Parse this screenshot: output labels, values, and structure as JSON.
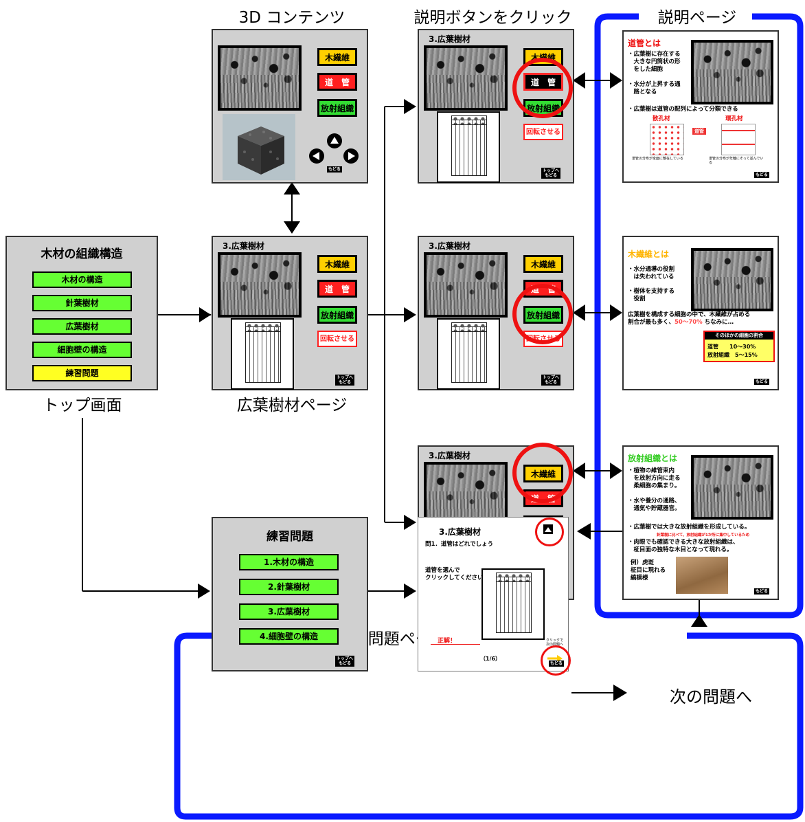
{
  "captions": {
    "top": "3D コンテンツ",
    "click": "説明ボタンをクリック",
    "explain": "説明ページ",
    "toppage": "トップ画面",
    "broadleaf": "広葉樹材ページ",
    "practice": "練習問題ページ",
    "next": "次の問題へ"
  },
  "top_screen": {
    "title": "木材の組織構造",
    "menu": [
      "木材の構造",
      "針葉樹材",
      "広葉樹材",
      "細胞壁の構造",
      "練習問題"
    ]
  },
  "content_page": {
    "title": "3.広葉樹材",
    "btn_wood": "木繊維",
    "btn_vessel": "道　管",
    "btn_ray": "放射組織",
    "btn_rotate": "回転させる",
    "back_top": "トップへ\nもどる",
    "back": "もどる"
  },
  "explain_vessel": {
    "heading": "道管とは",
    "p1": "・広葉樹に存在する\n　大きな円筒状の形\n　をした細胞",
    "p2": "・水分が上昇する通\n　路となる",
    "p3": "・広葉樹は道管の配列によって分類できる",
    "diffuse": "散孔材",
    "ring": "環孔材",
    "center": "道管",
    "note_left": "道管の分布が全面に散在している",
    "note_right": "道管の分布が年輪にそって並んでいる",
    "back": "もどる"
  },
  "explain_fiber": {
    "heading": "木繊維とは",
    "p1": "・水分通導の役割\n　は失われている",
    "p2": "・樹体を支持する\n　役割",
    "p3": "広葉樹を構成する細胞の中で、木繊維が占める\n割合が最も多く、",
    "p3_red": "50～70%",
    "p3_end": " ちなみに…",
    "box_title": "そのほかの細胞の割合",
    "box_row1": "道管　　10～30%",
    "box_row2": "放射組織　5～15%",
    "back": "もどる"
  },
  "explain_ray": {
    "heading": "放射組織とは",
    "p1": "・植物の維管束内\n　を放射方向に走る\n　柔細胞の集まり。",
    "p2": "・水や養分の通路、\n　通気や貯蔵器官。",
    "p3": "・広葉樹では大きな放射組織を形成している。",
    "p3_note": "針葉樹に比べて、放射組織が1か所に集中しているため",
    "p4": "・肉眼でも確認できる大きな放射組織は、\n　柾目面の独特な木目となって現れる。",
    "p5": "例）虎斑\n柾目に現れる\n縞模様",
    "back": "もどる"
  },
  "practice_menu": {
    "title": "練習問題",
    "menu": [
      "1.木材の構造",
      "2.針葉樹材",
      "3.広葉樹材",
      "4.細胞壁の構造"
    ],
    "back_top": "トップへ\nもどる"
  },
  "question": {
    "title": "3.広葉樹材",
    "q": "問1．道管はどれでしょう",
    "instr": "道管を選んで\nクリックしてください",
    "correct": "正解！",
    "next_small": "クリックで\n次の問題へ",
    "page": "（1/6）",
    "back": "もどる"
  },
  "colors": {
    "accent_blue": "#0a1aff",
    "ring_red": "#ee1111",
    "arrow": "#000000"
  }
}
